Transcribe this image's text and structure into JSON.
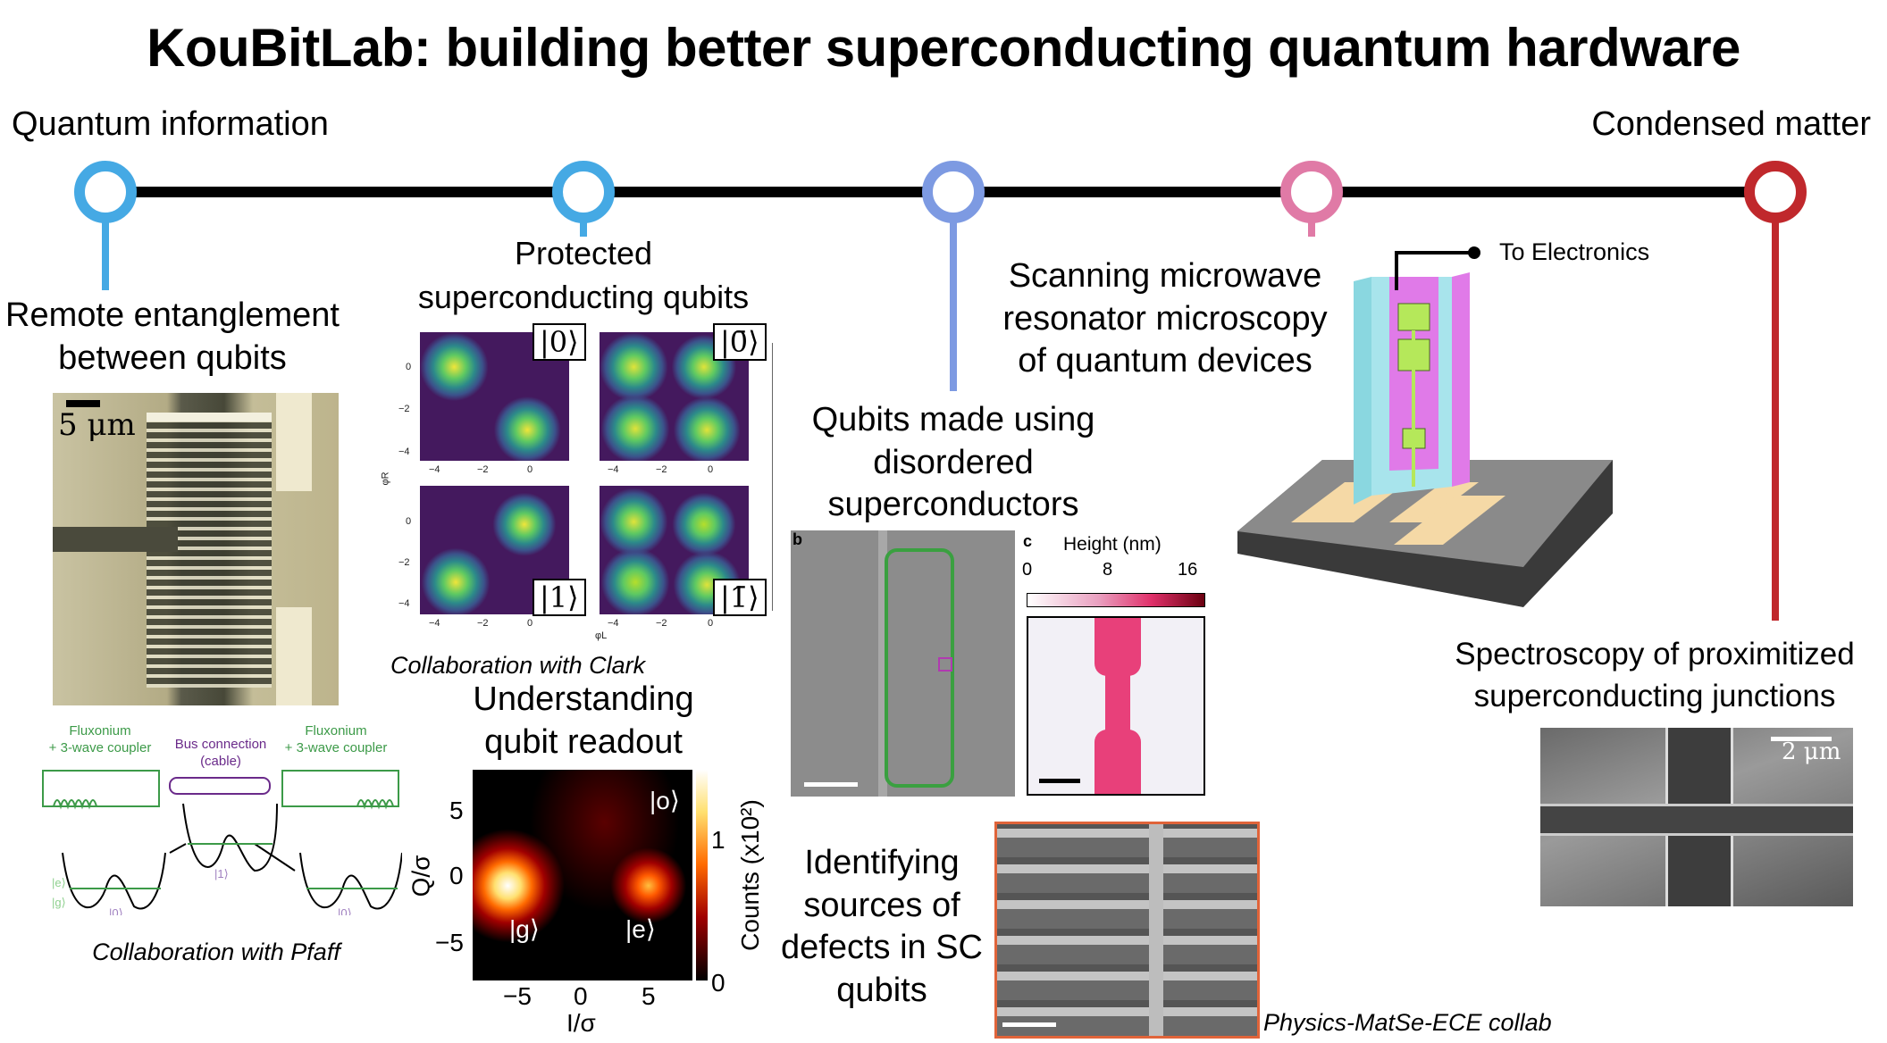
{
  "title": "KouBitLab: building better superconducting quantum hardware",
  "timeline": {
    "left_label": "Quantum information",
    "right_label": "Condensed matter",
    "colors": [
      "#45a9e4",
      "#45a9e4",
      "#7d9ae2",
      "#e07aa6",
      "#c0282c"
    ]
  },
  "remote": {
    "title_line1": "Remote entanglement",
    "title_line2": "between qubits",
    "scalebar": "5 μm",
    "fluxonium": "Fluxonium",
    "coupler": "+ 3-wave coupler",
    "bus": "Bus connection",
    "cable": "(cable)",
    "ket_e": "|e⟩",
    "ket_g": "|g⟩",
    "ket0": "|0⟩",
    "ket1": "|1⟩",
    "collab": "Collaboration with Pfaff"
  },
  "protected": {
    "title_line1": "Protected",
    "title_line2": "superconducting qubits",
    "kets": [
      "|0⟩",
      "|0̄⟩",
      "|1⟩",
      "|1̄⟩"
    ],
    "xlabel": "φL",
    "ylabel": "φR",
    "xticks": [
      "−4",
      "−2",
      "0"
    ],
    "yticks": [
      "0",
      "−2",
      "−4"
    ],
    "collab": "Collaboration with Clark"
  },
  "readout": {
    "title_line1": "Understanding",
    "title_line2": "qubit readout",
    "ylabel": "Q/σ",
    "xlabel": "I/σ",
    "xticks": [
      "−5",
      "0",
      "5"
    ],
    "yticks": [
      "5",
      "0",
      "−5"
    ],
    "cbar_label": "Counts (x10²)",
    "cbar_ticks": [
      "1",
      "0"
    ],
    "state_o": "|o⟩",
    "state_g": "|g⟩",
    "state_e": "|e⟩"
  },
  "disordered": {
    "line1": "Qubits made using",
    "line2": "disordered",
    "line3": "superconductors",
    "panel_b": "b",
    "panel_c": "c",
    "height_label": "Height (nm)",
    "height_ticks": [
      "0",
      "8",
      "16"
    ]
  },
  "scanning": {
    "line1": "Scanning microwave",
    "line2": "resonator microscopy",
    "line3": "of quantum devices",
    "to_electronics": "To Electronics"
  },
  "spectroscopy": {
    "line1": "Spectroscopy of proximitized",
    "line2": "superconducting junctions",
    "scalebar": "2 μm"
  },
  "defects": {
    "line1": "Identifying",
    "line2": "sources of",
    "line3": "defects in SC",
    "line4": "qubits",
    "collab": "Physics-MatSe-ECE collab"
  }
}
